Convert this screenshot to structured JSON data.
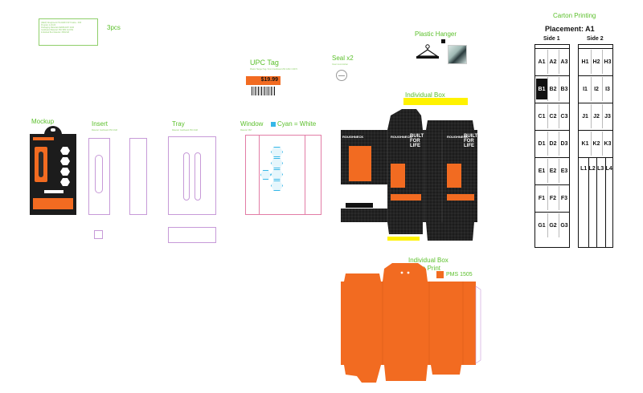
{
  "qty_label": "3pcs",
  "spec_block": [
    "(NEW) Roughneck HV-0188 6.5FT Cable - PA5",
    "Program 2-18-06",
    "Packaging Materials FEBRUARY 2020",
    "Cardboard Material: 350 SBS GLOSS",
    "Individual Box Material: 350GSM"
  ],
  "upc_tag": {
    "title": "UPC Tag",
    "subtitle": "Plastic Hanger Tag / Front  Cardboard 250 GSM / CMYK",
    "price": "$19.99"
  },
  "seal": {
    "title": "Seal x2",
    "subtitle": "Clear round sticker"
  },
  "hanger": {
    "title": "Plastic Hanger"
  },
  "individual_box": {
    "title": "Individual Box",
    "brand": "ROUGHNECK",
    "tagline": [
      "BUILT",
      "FOR",
      "LIFE"
    ]
  },
  "individual_box_inside": {
    "title_line1": "Individual Box",
    "title_line2": "Inside Print",
    "pms": "PMS 1505"
  },
  "mockup": {
    "title": "Mockup"
  },
  "insert": {
    "title": "Insert",
    "subtitle": "Material: Cardboard 350 GSM"
  },
  "tray": {
    "title": "Tray",
    "subtitle": "Material: Cardboard 350 GSM"
  },
  "window": {
    "title": "Window",
    "cyan_note": "Cyan = White",
    "subtitle": "Material: PET"
  },
  "carton": {
    "title": "Carton Printing",
    "placement": "Placement: A1",
    "side1_label": "Side 1",
    "side2_label": "Side 2",
    "side1_rows": [
      [
        "A1",
        "A2",
        "A3"
      ],
      [
        "B1",
        "B2",
        "B3"
      ],
      [
        "C1",
        "C2",
        "C3"
      ],
      [
        "D1",
        "D2",
        "D3"
      ],
      [
        "E1",
        "E2",
        "E3"
      ],
      [
        "F1",
        "F2",
        "F3"
      ],
      [
        "G1",
        "G2",
        "G3"
      ]
    ],
    "side2_rows": [
      [
        "H1",
        "H2",
        "H3"
      ],
      [
        "I1",
        "I2",
        "I3"
      ],
      [
        "J1",
        "J2",
        "J3"
      ],
      [
        "K1",
        "K2",
        "K3"
      ],
      [
        "L1",
        "L2",
        "L3",
        "L4"
      ]
    ],
    "highlight": "B1"
  },
  "colors": {
    "accent_green": "#5cc02c",
    "orange": "#f26b21",
    "box_black": "#1c1c1c",
    "die_line": "#c79ad8",
    "cyan": "#35b7e8",
    "highlight_yellow": "#fff200"
  }
}
